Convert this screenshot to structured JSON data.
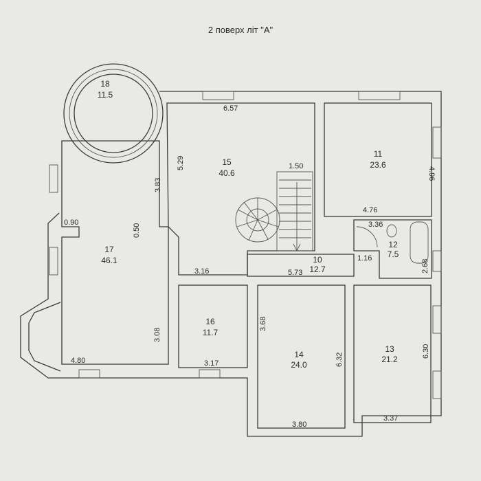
{
  "title": "2 поверх літ \"А\"",
  "rooms": [
    {
      "id": "18",
      "area": "11.5"
    },
    {
      "id": "15",
      "area": "40.6"
    },
    {
      "id": "11",
      "area": "23.6"
    },
    {
      "id": "17",
      "area": "46.1"
    },
    {
      "id": "12",
      "area": "7.5"
    },
    {
      "id": "10",
      "area": "12.7"
    },
    {
      "id": "16",
      "area": "11.7"
    },
    {
      "id": "14",
      "area": "24.0"
    },
    {
      "id": "13",
      "area": "21.2"
    }
  ],
  "dims": {
    "d657": "6.57",
    "d529": "5.29",
    "d150": "1.50",
    "d496": "4.96",
    "d383": "3.83",
    "d090": "0.90",
    "d050": "0.50",
    "d476": "4.76",
    "d336": "3.36",
    "d116": "1.16",
    "d268": "2.68",
    "d573": "5.73",
    "d316": "3.16",
    "d368": "3.68",
    "d308": "3.08",
    "d632": "6.32",
    "d630": "6.30",
    "d480": "4.80",
    "d317": "3.17",
    "d380": "3.80",
    "d337": "3.37"
  }
}
